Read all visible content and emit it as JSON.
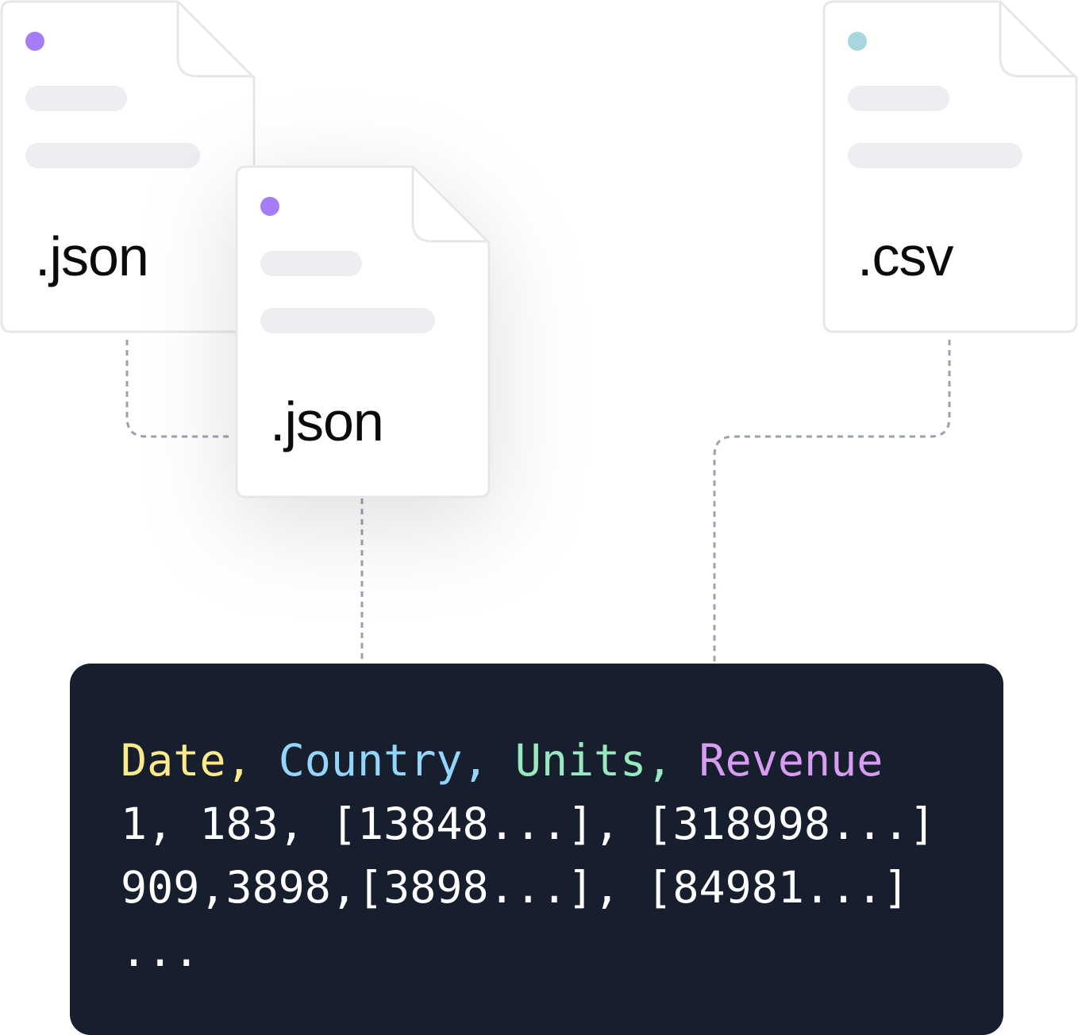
{
  "files": [
    {
      "extension": ".json",
      "dot_color": "#a57cf7"
    },
    {
      "extension": ".json",
      "dot_color": "#a57cf7"
    },
    {
      "extension": ".csv",
      "dot_color": "#a8d5e0"
    }
  ],
  "code": {
    "header": [
      {
        "text": "Date",
        "color": "#fdeb8a"
      },
      {
        "text": "Country",
        "color": "#93d5fb"
      },
      {
        "text": "Units",
        "color": "#98e9bd"
      },
      {
        "text": "Revenue",
        "color": "#d89cf2"
      }
    ],
    "rows": [
      "1, 183, [13848...], [318998...]",
      "909,3898,[3898...], [84981...]",
      "..."
    ]
  }
}
